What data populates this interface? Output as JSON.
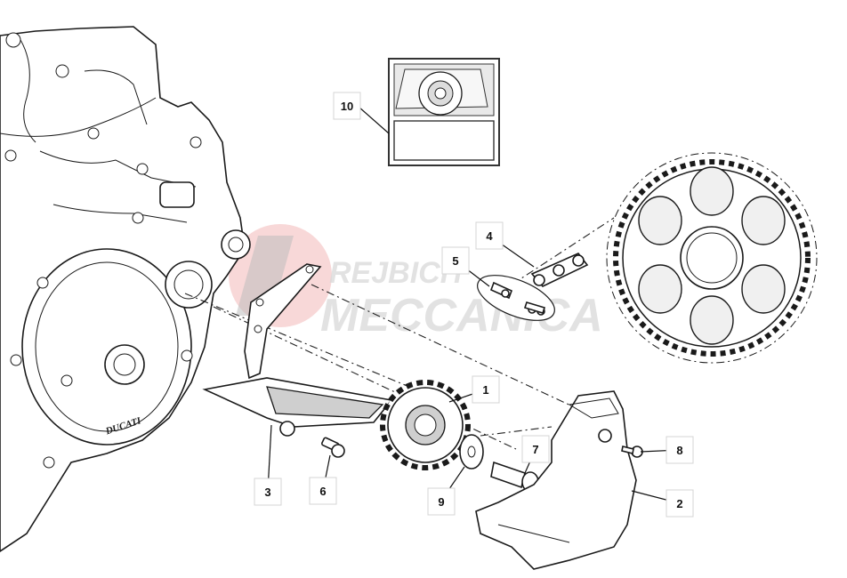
{
  "diagram": {
    "watermark": {
      "line1": "REJBICH",
      "line2": "MECCANICA"
    },
    "callouts": [
      {
        "id": "1",
        "label": "1",
        "part": "front-sprocket"
      },
      {
        "id": "2",
        "label": "2",
        "part": "sprocket-cover"
      },
      {
        "id": "3",
        "label": "3",
        "part": "chain-guide"
      },
      {
        "id": "4",
        "label": "4",
        "part": "chain-link"
      },
      {
        "id": "5",
        "label": "5",
        "part": "master-link-kit"
      },
      {
        "id": "6",
        "label": "6",
        "part": "chain-guide-screw"
      },
      {
        "id": "7",
        "label": "7",
        "part": "sprocket-bolt"
      },
      {
        "id": "8",
        "label": "8",
        "part": "cover-screw"
      },
      {
        "id": "9",
        "label": "9",
        "part": "sprocket-washer"
      },
      {
        "id": "10",
        "label": "10",
        "part": "sprocket-kit-box"
      }
    ],
    "engine_logo": "DUCATI"
  },
  "colors": {
    "line": "#1a1a1a",
    "watermark_red": "#f2b8b8",
    "watermark_gray": "#d9d9d9",
    "background": "#ffffff"
  }
}
